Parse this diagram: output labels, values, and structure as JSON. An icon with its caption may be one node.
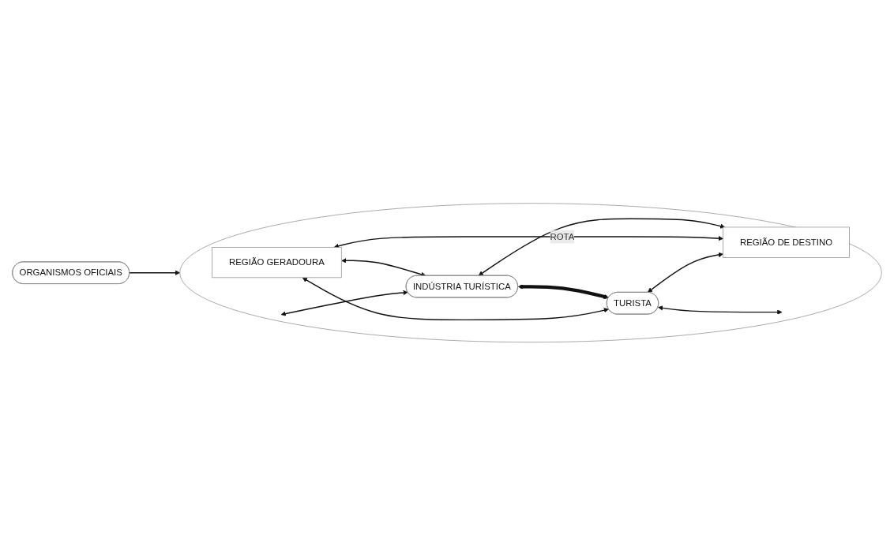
{
  "diagram": {
    "nodes": [
      {
        "text": [],
        "shape": "ellipse"
      },
      {
        "text": [
          "TURISTA"
        ],
        "in": 0
      },
      {
        "text": [
          "REGIÃO GERADOURA"
        ],
        "in": 0
      },
      {
        "text": [
          "REGIÃO DE DESTINO"
        ],
        "in": 0
      },
      {
        "text": [
          "INDÚSTRIA TURÍSTICA"
        ],
        "in": 0
      },
      {
        "text": [
          "ORGANISMOS OFICIAIS"
        ]
      }
    ],
    "edges": [
      {
        "from": 2,
        "to": 1,
        "arrow": "both"
      },
      {
        "from": 1,
        "to": 3,
        "arrow": "both"
      },
      {
        "from": 2,
        "to": 3,
        "arrow": "both",
        "label": "ROTA"
      },
      {
        "from": 1,
        "to": null,
        "arrow": "both"
      },
      {
        "from": null,
        "to": 4,
        "arrow": "both"
      },
      {
        "from": 2,
        "to": 4,
        "arrow": "both"
      },
      {
        "from": 4,
        "to": 3,
        "arrow": "both"
      },
      {
        "from": 4,
        "to": 1,
        "arrow": "both",
        "style": "thick"
      },
      {
        "from": 5,
        "to": 0,
        "arrow": "to"
      }
    ]
  }
}
